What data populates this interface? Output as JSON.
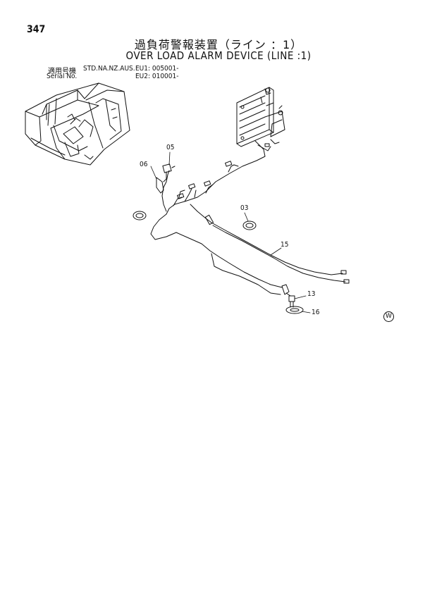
{
  "page": {
    "number": "347",
    "title_jp": "過負荷警報装置（ライン ：1）",
    "title_en": "OVER LOAD ALARM DEVICE (LINE :1)"
  },
  "applicability": {
    "label_jp": "適用号機",
    "label_en": "Serial No.",
    "models": "STD.NA.NZ.AUS.",
    "eu1": "EU1: 005001-",
    "eu2": "EU2: 010001-"
  },
  "callouts": {
    "p05": "05",
    "p06": "06",
    "p03": "03",
    "p15": "15",
    "p13": "13",
    "p16": "16"
  },
  "mark": "W"
}
